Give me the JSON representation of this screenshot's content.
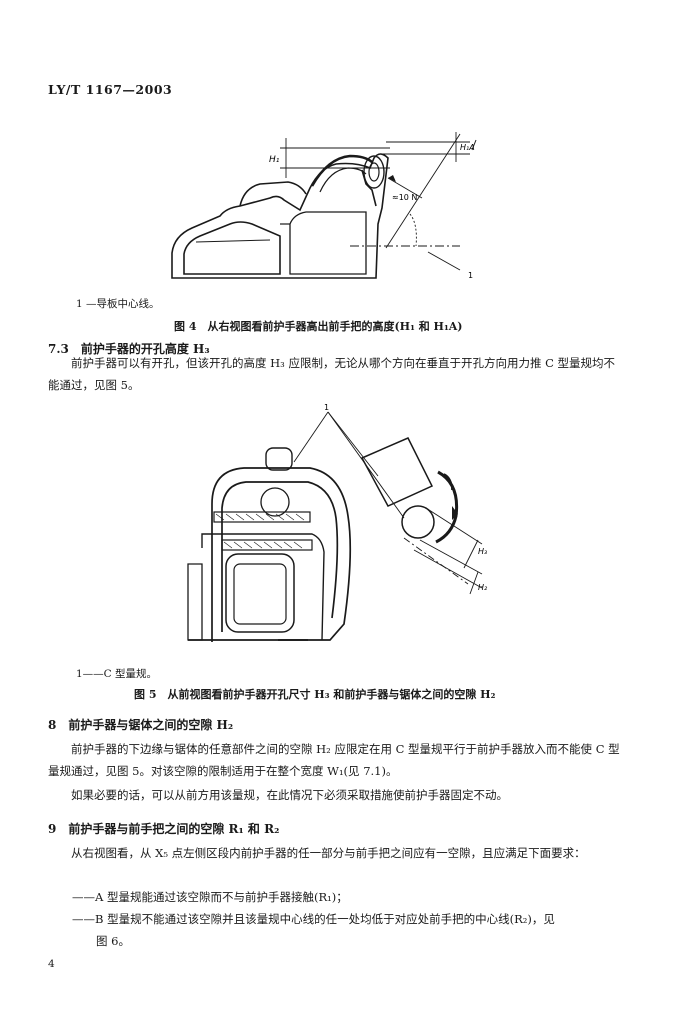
{
  "header": {
    "std_no": "LY/T 1167—2003"
  },
  "fig4": {
    "labels": {
      "h1": "H₁",
      "h1a": "H₁A",
      "force": "≈10 N",
      "callout": "1"
    },
    "note": "1 —导板中心线。",
    "caption": "图 4　从右视图看前护手器高出前手把的高度(H₁ 和 H₁A)"
  },
  "s73": {
    "title": "7.3　前护手器的开孔高度 H₃",
    "p1": "前护手器可以有开孔，但该开孔的高度 H₃ 应限制，无论从哪个方向在垂直于开孔方向用力推 C 型量规均不能通过，见图 5。"
  },
  "fig5": {
    "labels": {
      "callout": "1",
      "h3": "H₃",
      "h2": "H₂"
    },
    "note": "1——C 型量规。",
    "caption": "图 5　从前视图看前护手器开孔尺寸 H₃ 和前护手器与锯体之间的空隙 H₂"
  },
  "s8": {
    "title": "8　前护手器与锯体之间的空隙 H₂",
    "p1": "前护手器的下边缘与锯体的任意部件之间的空隙 H₂ 应限定在用 C 型量规平行于前护手器放入而不能使 C 型量规通过，见图 5。对该空隙的限制适用于在整个宽度 W₁(见 7.1)。",
    "p2": "如果必要的话，可以从前方用该量规，在此情况下必须采取措施使前护手器固定不动。"
  },
  "s9": {
    "title": "9　前护手器与前手把之间的空隙 R₁ 和 R₂",
    "p1": "从右视图看，从 X₅ 点左侧区段内前护手器的任一部分与前手把之间应有一空隙，且应满足下面要求：",
    "item1": "——A 型量规能通过该空隙而不与前护手器接触(R₁)；",
    "item2a": "——B 型量规不能通过该空隙并且该量规中心线的任一处均低于对应处前手把的中心线(R₂)，见",
    "item2b": "图 6。"
  },
  "footer": {
    "page_no": "4"
  }
}
